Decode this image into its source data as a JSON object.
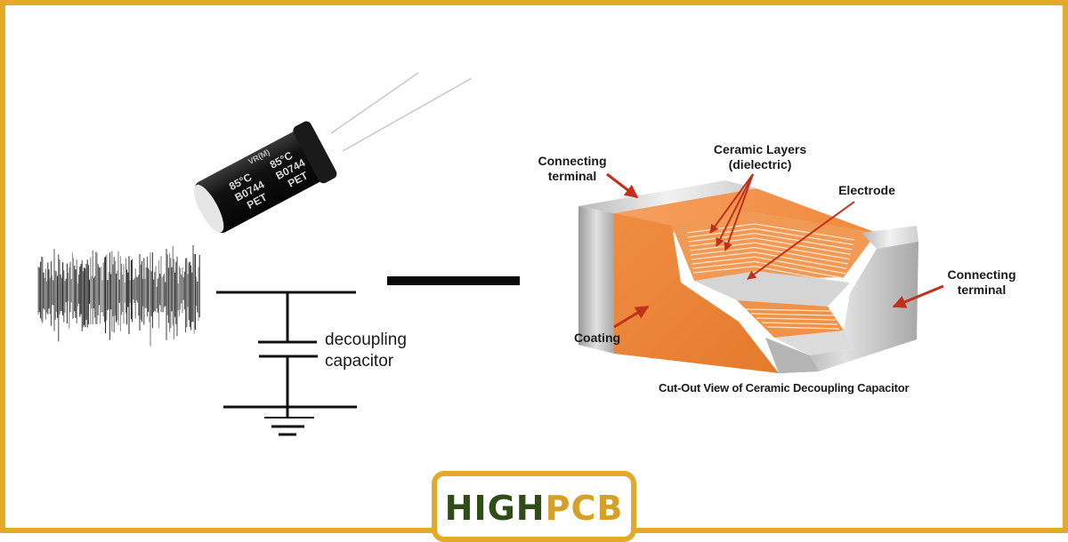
{
  "colors": {
    "frame": "#e2aa28",
    "arrow": "#c0301a",
    "ceramic_orange": "#ee8a3f",
    "terminal_silver": "#c9c9c9",
    "logo_green": "#2f4d16",
    "logo_gold": "#d4a02a"
  },
  "electrolytic_capacitor": {
    "markings": [
      "VR(M)",
      "85°C",
      "B0744",
      "PET"
    ]
  },
  "schematic": {
    "label_line1": "decoupling",
    "label_line2": "capacitor"
  },
  "cutaway": {
    "labels": {
      "connecting_terminal_left": [
        "Connecting",
        "terminal"
      ],
      "ceramic_layers": [
        "Ceramic Layers",
        "(dielectric)"
      ],
      "electrode": "Electrode",
      "connecting_terminal_right": [
        "Connecting",
        "terminal"
      ],
      "coating": "Coating"
    },
    "caption": "Cut-Out View of Ceramic Decoupling Capacitor"
  },
  "logo": {
    "part1": "HIGH",
    "part2": "PCB"
  }
}
